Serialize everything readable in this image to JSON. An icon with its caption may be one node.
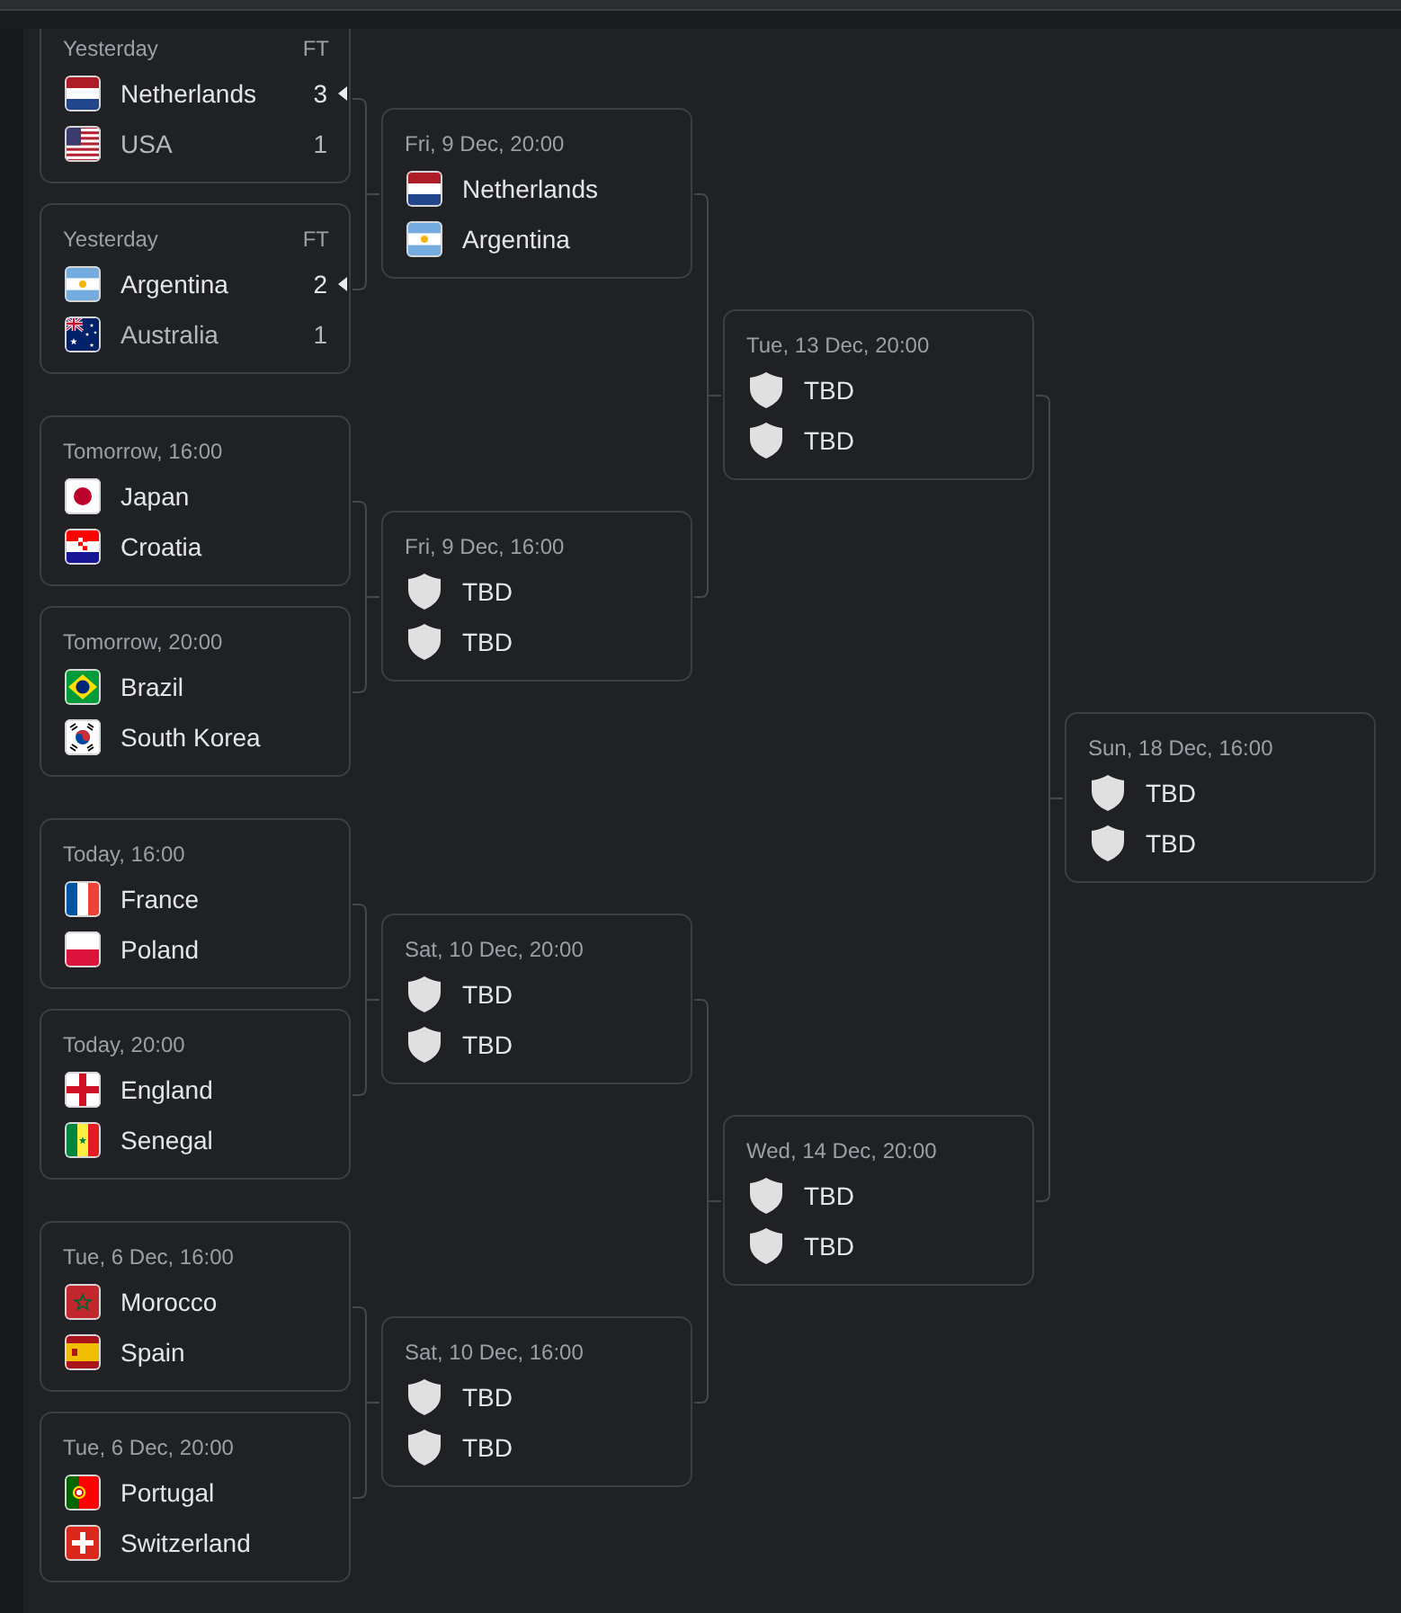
{
  "diagram": {
    "nodes": [
      {
        "text": [],
        "shape": "bar"
      },
      {
        "text": [
          "Yesterday",
          "FT",
          "Netherlands",
          "3",
          "USA",
          "1"
        ]
      },
      {
        "text": [
          "Yesterday",
          "FT",
          "Argentina",
          "2",
          "Australia",
          "1"
        ]
      },
      {
        "text": [
          "Tomorrow, 16:00",
          "Japan",
          "Croatia"
        ]
      },
      {
        "text": [
          "Tomorrow, 20:00",
          "Brazil",
          "South Korea"
        ]
      },
      {
        "text": [
          "Today, 16:00",
          "France",
          "Poland"
        ]
      },
      {
        "text": [
          "Today, 20:00",
          "England",
          "Senegal"
        ]
      },
      {
        "text": [
          "Tue, 6 Dec, 16:00",
          "Morocco",
          "Spain"
        ]
      },
      {
        "text": [
          "Tue, 6 Dec, 20:00",
          "Portugal",
          "Switzerland"
        ]
      },
      {
        "text": [
          "Fri, 9 Dec, 20:00",
          "Netherlands",
          "Argentina"
        ]
      },
      {
        "text": [
          "Fri, 9 Dec, 16:00",
          "TBD",
          "TBD"
        ]
      },
      {
        "text": [
          "Sat, 10 Dec, 20:00",
          "TBD",
          "TBD"
        ]
      },
      {
        "text": [
          "Sat, 10 Dec, 16:00",
          "TBD",
          "TBD"
        ]
      },
      {
        "text": [
          "Tue, 13 Dec, 20:00",
          "TBD",
          "TBD"
        ]
      },
      {
        "text": [
          "Wed, 14 Dec, 20:00",
          "TBD",
          "TBD"
        ]
      },
      {
        "text": [
          "Sun, 18 Dec, 16:00",
          "TBD",
          "TBD"
        ]
      }
    ],
    "edges": [
      {
        "from": 1,
        "to": 9,
        "arrow": "none"
      },
      {
        "from": 2,
        "to": 9,
        "arrow": "none"
      },
      {
        "from": 3,
        "to": 10,
        "arrow": "none"
      },
      {
        "from": 4,
        "to": 10,
        "arrow": "none"
      },
      {
        "from": 5,
        "to": 11,
        "arrow": "none"
      },
      {
        "from": 6,
        "to": 11,
        "arrow": "none"
      },
      {
        "from": 7,
        "to": 12,
        "arrow": "none"
      },
      {
        "from": 8,
        "to": 12,
        "arrow": "none"
      },
      {
        "from": 9,
        "to": 13,
        "arrow": "none"
      },
      {
        "from": 10,
        "to": 13,
        "arrow": "none"
      },
      {
        "from": 11,
        "to": 14,
        "arrow": "none"
      },
      {
        "from": 12,
        "to": 14,
        "arrow": "none"
      },
      {
        "from": 13,
        "to": 15,
        "arrow": "none"
      },
      {
        "from": 14,
        "to": 15,
        "arrow": "none"
      }
    ]
  }
}
